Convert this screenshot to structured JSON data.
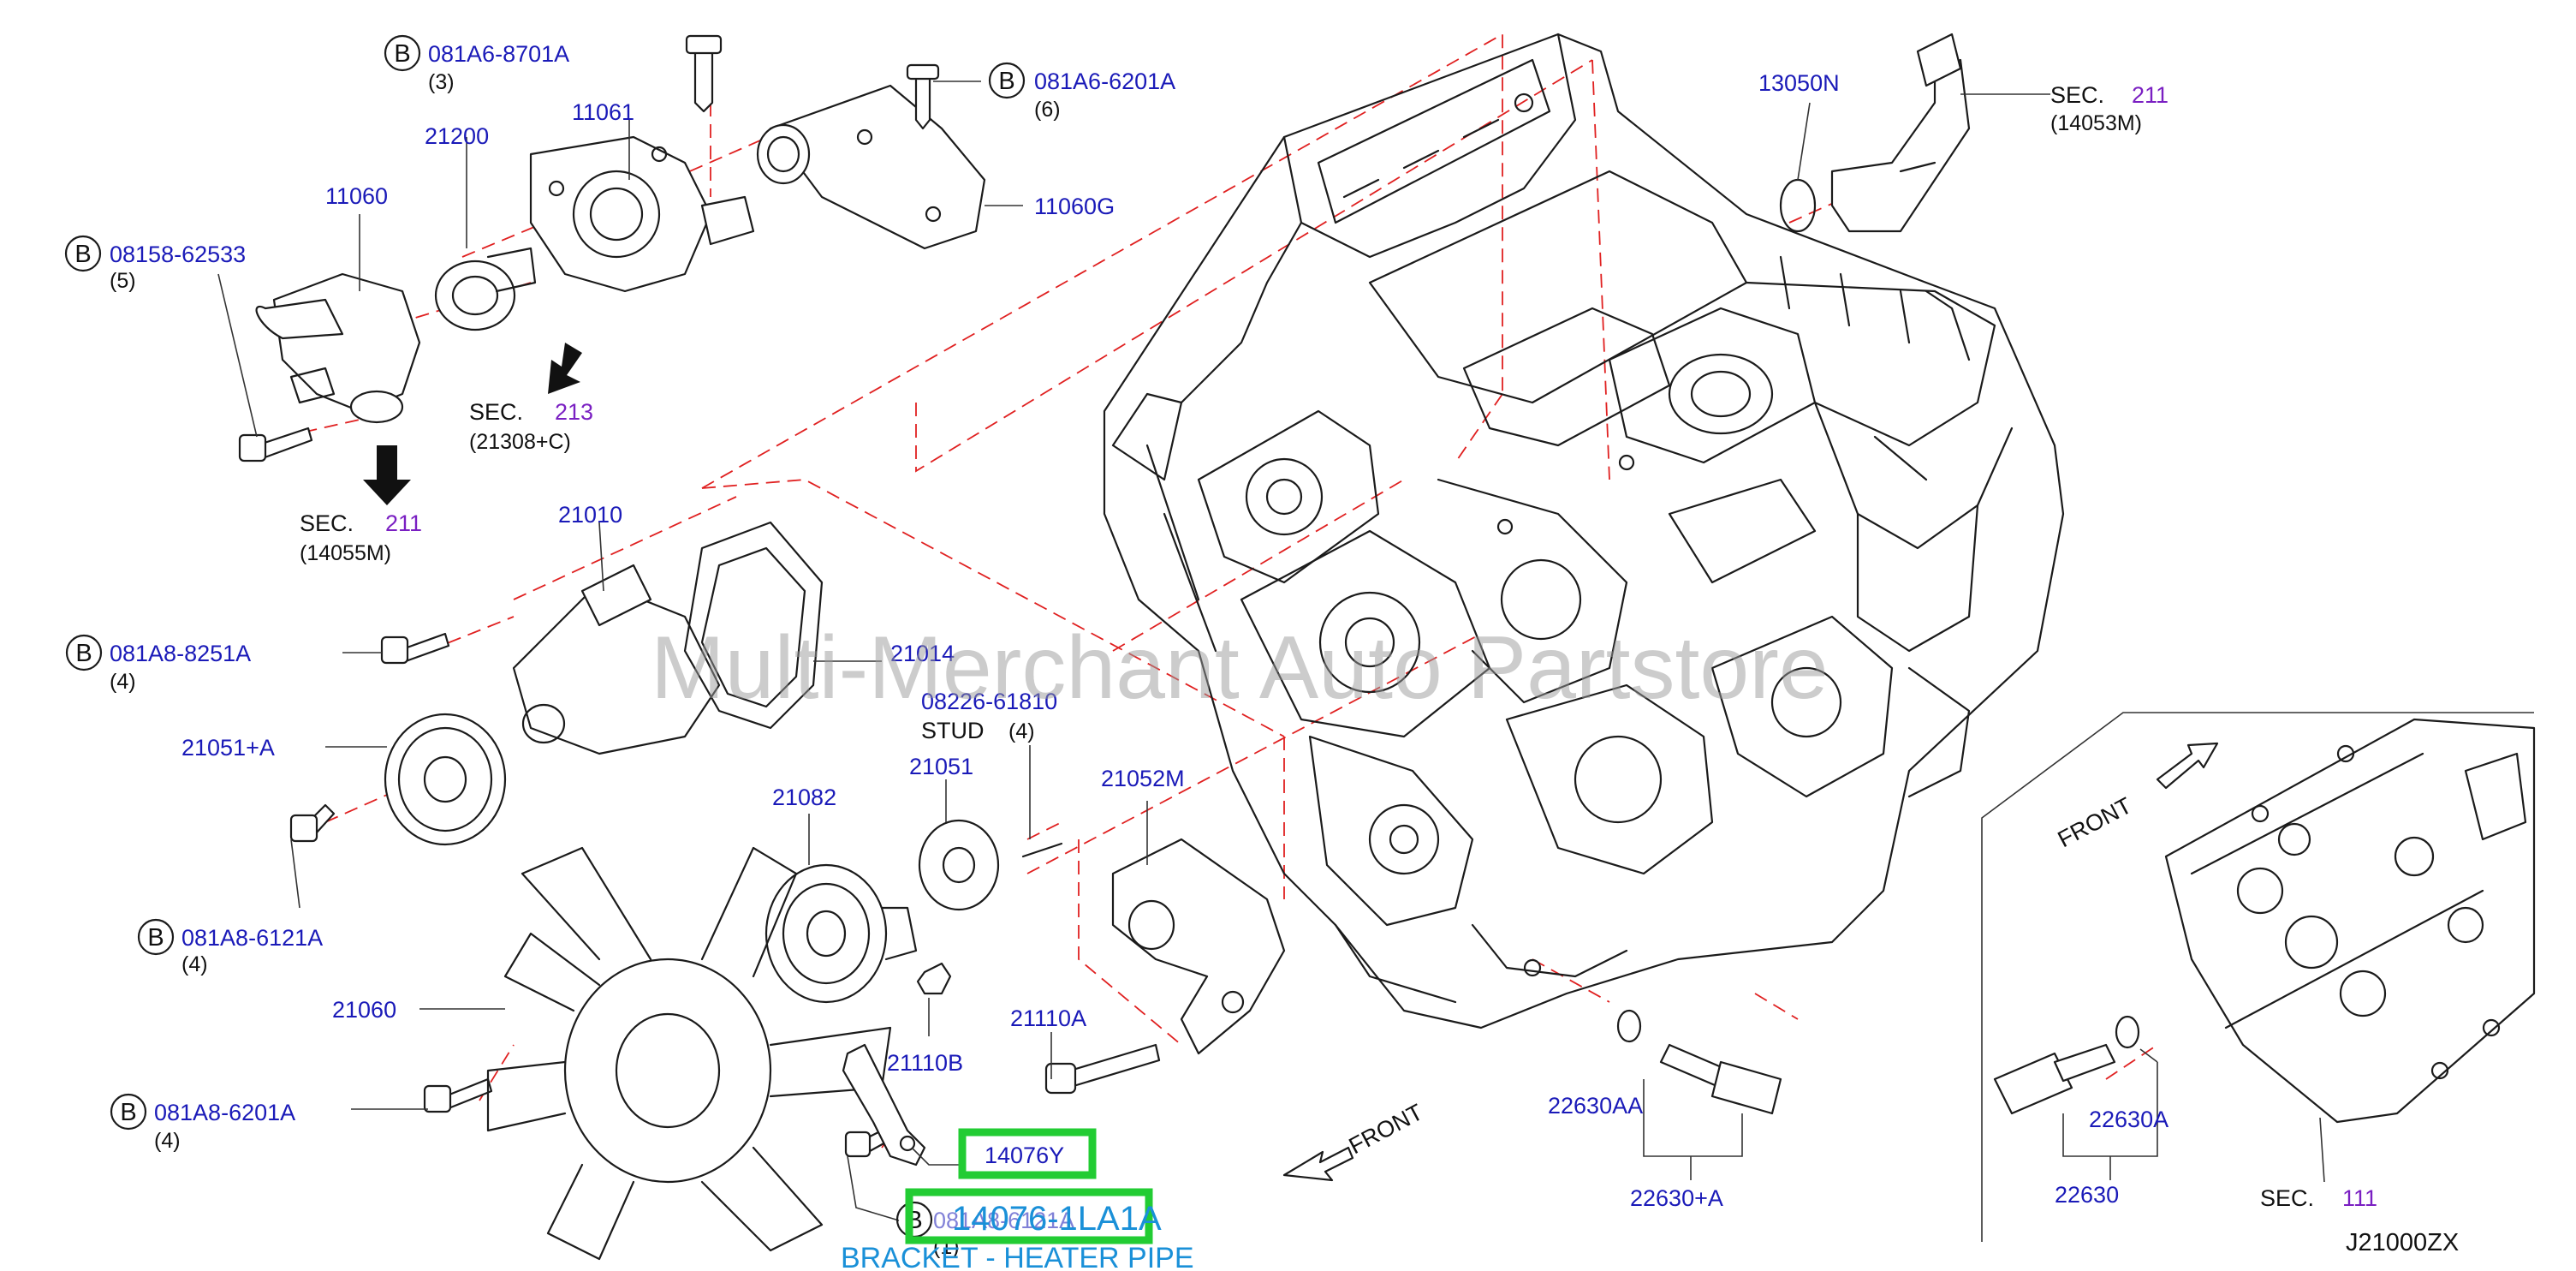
{
  "drawing_id": "J21000ZX",
  "watermark": "Multi-Merchant Auto Partstore",
  "front_label": "FRONT",
  "bolt_marker": "B",
  "callouts": {
    "c1_num": "081A6-8701A",
    "c1_qty": "(3)",
    "c2_num": "21200",
    "c3_num": "11061",
    "c4_num": "081A6-6201A",
    "c4_qty": "(6)",
    "c5_num": "11060",
    "c6_num": "11060G",
    "c7_num": "08158-62533",
    "c7_qty": "(5)",
    "c8_num": "21010",
    "c9_num": "081A8-8251A",
    "c9_qty": "(4)",
    "c10_num": "21014",
    "c11_num": "08226-61810",
    "c11_lbl": "STUD",
    "c11_qty": "(4)",
    "c12_num": "21051+A",
    "c13_num": "21051",
    "c14_num": "21082",
    "c15_num": "21052M",
    "c16_num": "081A8-6121A",
    "c16_qty": "(4)",
    "c17_num": "21060",
    "c18_num": "21110B",
    "c19_num": "21110A",
    "c20_num": "081A8-6201A",
    "c20_qty": "(4)",
    "c21_num": "14076Y",
    "c22_num": "081A8-6121A",
    "c22_qty": "(1)",
    "c23_num": "13050N",
    "c24_num": "22630AA",
    "c25_num": "22630+A",
    "c26_num": "22630A",
    "c27_num": "22630"
  },
  "sections": {
    "s1_word": "SEC.",
    "s1_num": "211",
    "s1_ref": "(14053M)",
    "s2_word": "SEC.",
    "s2_num": "213",
    "s2_ref": "(21308+C)",
    "s3_word": "SEC.",
    "s3_num": "211",
    "s3_ref": "(14055M)",
    "s4_word": "SEC.",
    "s4_num": "111"
  },
  "highlight": {
    "part_number": "14076-1LA1A",
    "description": "BRACKET - HEATER PIPE"
  },
  "colors": {
    "part_number_text": "#1a1ab8",
    "section_number_text": "#7a1fc2",
    "highlight_frame": "#22cc33",
    "highlight_text": "#1a90d8",
    "dashed_leader": "#e02020"
  }
}
